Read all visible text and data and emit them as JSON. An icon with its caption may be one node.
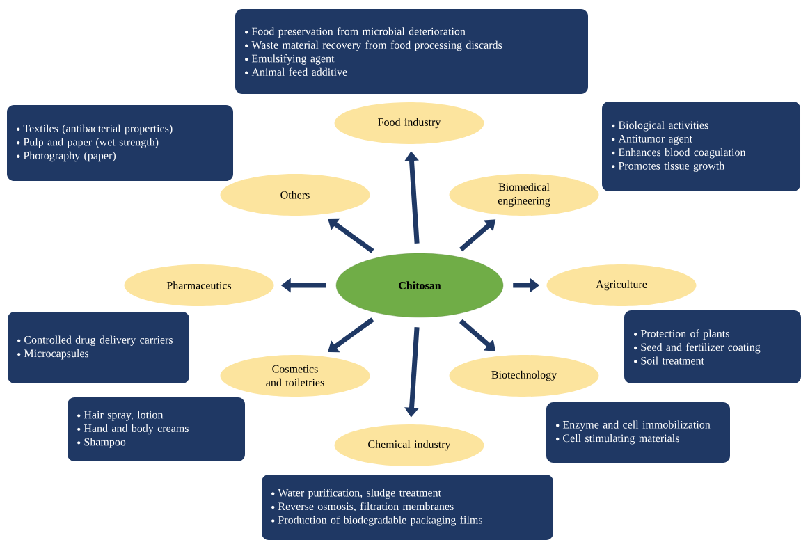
{
  "diagram": {
    "nodes": [
      {
        "text": [
          "Chitosan"
        ]
      },
      {
        "text": [
          "Food industry"
        ]
      },
      {
        "text": [
          "Biomedical engineering"
        ]
      },
      {
        "text": [
          "Agriculture"
        ]
      },
      {
        "text": [
          "Biotechnology"
        ]
      },
      {
        "text": [
          "Chemical industry"
        ]
      },
      {
        "text": [
          "Cosmetics and toiletries"
        ]
      },
      {
        "text": [
          "Pharmaceutics"
        ]
      },
      {
        "text": [
          "Others"
        ]
      },
      {
        "text": [
          "Food preservation from microbial deterioration",
          "Waste material recovery from food processing discards",
          "Emulsifying agent",
          "Animal feed additive"
        ]
      },
      {
        "text": [
          "Textiles (antibacterial properties)",
          "Pulp and paper (wet strength)",
          "Photography (paper)"
        ]
      },
      {
        "text": [
          "Biological activities",
          "Antitumor agent",
          "Enhances blood coagulation",
          "Promotes tissue growth"
        ]
      },
      {
        "text": [
          "Controlled drug delivery carriers",
          "Microcapsules"
        ]
      },
      {
        "text": [
          "Protection of plants",
          "Seed and fertilizer coating",
          "Soil treatment"
        ]
      },
      {
        "text": [
          "Hair spray, lotion",
          "Hand and body creams",
          "Shampoo"
        ]
      },
      {
        "text": [
          "Enzyme and cell immobilization",
          "Cell stimulating materials"
        ]
      },
      {
        "text": [
          "Water purification, sludge treatment",
          "Reverse osmosis, filtration membranes",
          "Production of biodegradable packaging films"
        ]
      }
    ],
    "edges": [
      {
        "from": 0,
        "to": 1,
        "arrow": "to"
      },
      {
        "from": 0,
        "to": 2,
        "arrow": "to"
      },
      {
        "from": 0,
        "to": 3,
        "arrow": "to"
      },
      {
        "from": 0,
        "to": 4,
        "arrow": "to"
      },
      {
        "from": 0,
        "to": 5,
        "arrow": "to"
      },
      {
        "from": 0,
        "to": 6,
        "arrow": "to"
      },
      {
        "from": 0,
        "to": 7,
        "arrow": "to"
      },
      {
        "from": 0,
        "to": 8,
        "arrow": "to"
      }
    ]
  }
}
